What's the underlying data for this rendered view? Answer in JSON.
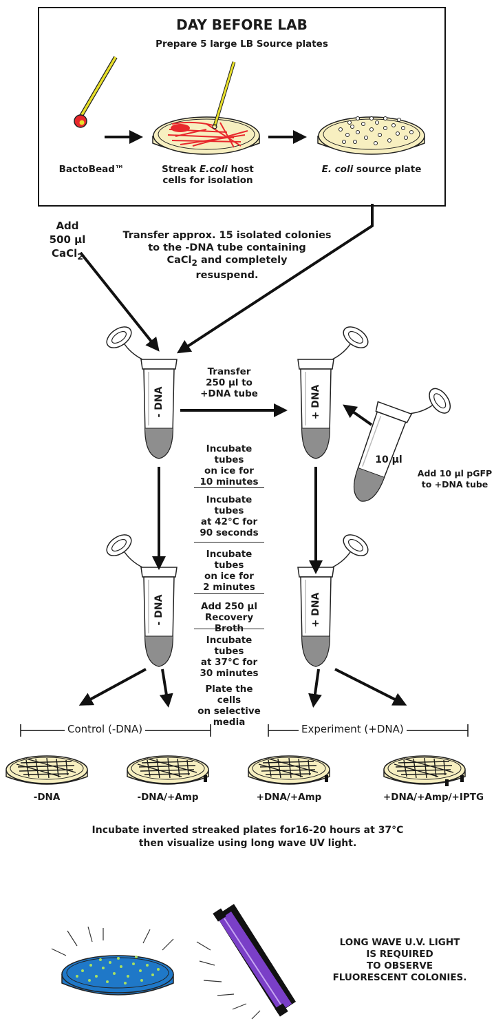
{
  "top_box": {
    "title": "DAY BEFORE LAB",
    "subtitle": "Prepare 5 large LB Source plates",
    "bactobead_label": "BactoBead™",
    "streak_line1_pre": "Streak ",
    "streak_line1_em": "E.coli",
    "streak_line1_post": " host",
    "streak_line2": "cells for isolation",
    "source_em": "E. coli",
    "source_post": " source plate"
  },
  "add_cacl2": {
    "line1": "Add",
    "line2": "500 µl",
    "line3_main": "CaCl",
    "line3_sub": "2"
  },
  "transfer_colonies": {
    "line1": "Transfer approx. 15 isolated colonies",
    "line2": "to the -DNA tube containing",
    "line3_main": "CaCl",
    "line3_sub": "2",
    "line3_post": " and completely",
    "line4": "resuspend."
  },
  "transfer_250": {
    "line1": "Transfer",
    "line2": "250 µl to",
    "line3": "+DNA tube"
  },
  "tubes": {
    "minus_dna": "- DNA",
    "plus_dna": "+ DNA",
    "plasmid_amount": "10 µl"
  },
  "add_pgfp": {
    "line1": "Add 10 µl pGFP",
    "line2": "to +DNA tube"
  },
  "steps": [
    {
      "line1": "Incubate tubes",
      "line2": "on ice for",
      "line3": "10 minutes"
    },
    {
      "line1": "Incubate tubes",
      "line2": "at 42°C for",
      "line3": "90 seconds"
    },
    {
      "line1": "Incubate tubes",
      "line2": "on ice for",
      "line3": "2 minutes"
    },
    {
      "line1": "Add 250 µl",
      "line2": "Recovery Broth",
      "line3": ""
    },
    {
      "line1": "Incubate tubes",
      "line2": "at 37°C for",
      "line3": "30 minutes"
    }
  ],
  "plate_cells": {
    "line1": "Plate the cells",
    "line2": "on selective",
    "line3": "media"
  },
  "groups": {
    "control": "Control (-DNA)",
    "experiment": "Experiment (+DNA)"
  },
  "plates": [
    "-DNA",
    "-DNA/+Amp",
    "+DNA/+Amp",
    "+DNA/+Amp/+IPTG"
  ],
  "incubate_final": {
    "line1": "Incubate inverted streaked plates for16-20 hours at 37°C",
    "line2": "then visualize using long wave UV light."
  },
  "uv_note": {
    "line1": "LONG WAVE U.V. LIGHT",
    "line2": "IS REQUIRED",
    "line3": "TO OBSERVE",
    "line4": "FLUORESCENT COLONIES."
  },
  "colors": {
    "agar": "#f7efc0",
    "streak_red": "#e8282c",
    "tube_fill": "#8e8e8e",
    "colony_plate_blue": "#1f78c8",
    "colony_green": "#a8e060",
    "uv_purple": "#7a3fc7",
    "label_yellow": "#e8e02a"
  },
  "icons": [
    "bactobead-icon",
    "petri-dish-icon",
    "microtube-icon",
    "uv-lamp-icon",
    "arrow-icon"
  ]
}
